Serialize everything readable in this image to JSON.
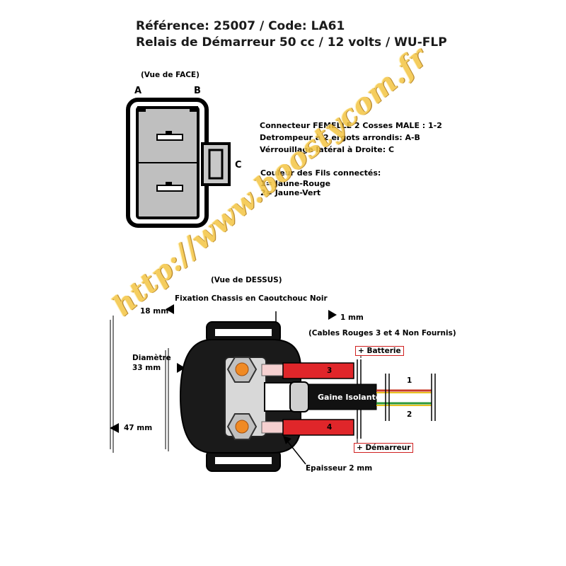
{
  "header": {
    "line1": "Référence: 25007 / Code: LA61",
    "line2": "Relais de Démarreur 50 cc / 12 volts / WU-FLP"
  },
  "front_view": {
    "caption": "(Vue de FACE)",
    "pin_a": "A",
    "pin_b": "B",
    "pin_c": "C",
    "slot1": "1",
    "slot2": "2"
  },
  "description": {
    "line1": "Connecteur FEMELLE 2 Cosses MALE : 1-2",
    "line2": "Detrompeur à 2 ergots arrondis: A-B",
    "line3": "Vérrouillage latéral à Droite: C",
    "wires_title": "Couleur des Fils connectés:",
    "wire1": "1= Jaune-Rouge",
    "wire2": "2= Jaune-Vert"
  },
  "top_view": {
    "caption": "(Vue de DESSUS)",
    "fixation": "Fixation Chassis en Caoutchouc Noir",
    "dim_18": "18 mm",
    "dim_1": "1 mm",
    "cables_note": "(Cables Rouges 3 et 4 Non Fournis)",
    "diam_label": "Diamètre",
    "diam_value": "33 mm",
    "dim_47": "47 mm",
    "batterie": "+ Batterie",
    "demarreur": "+ Démarreur",
    "cable3": "3",
    "cable4": "4",
    "gaine": "Gaine Isolante",
    "wire1": "1",
    "wire2": "2",
    "epaisseur": "Epaisseur 2 mm"
  },
  "watermark": "http://www.boostycom.fr",
  "colors": {
    "cable_red": "#e0262a",
    "terminal_orange": "#f08a24",
    "wire_yellow": "#e8c020",
    "wire_green": "#2e9a3a",
    "wire_red": "#c83a2a",
    "watermark_gold": "#f4c542"
  }
}
